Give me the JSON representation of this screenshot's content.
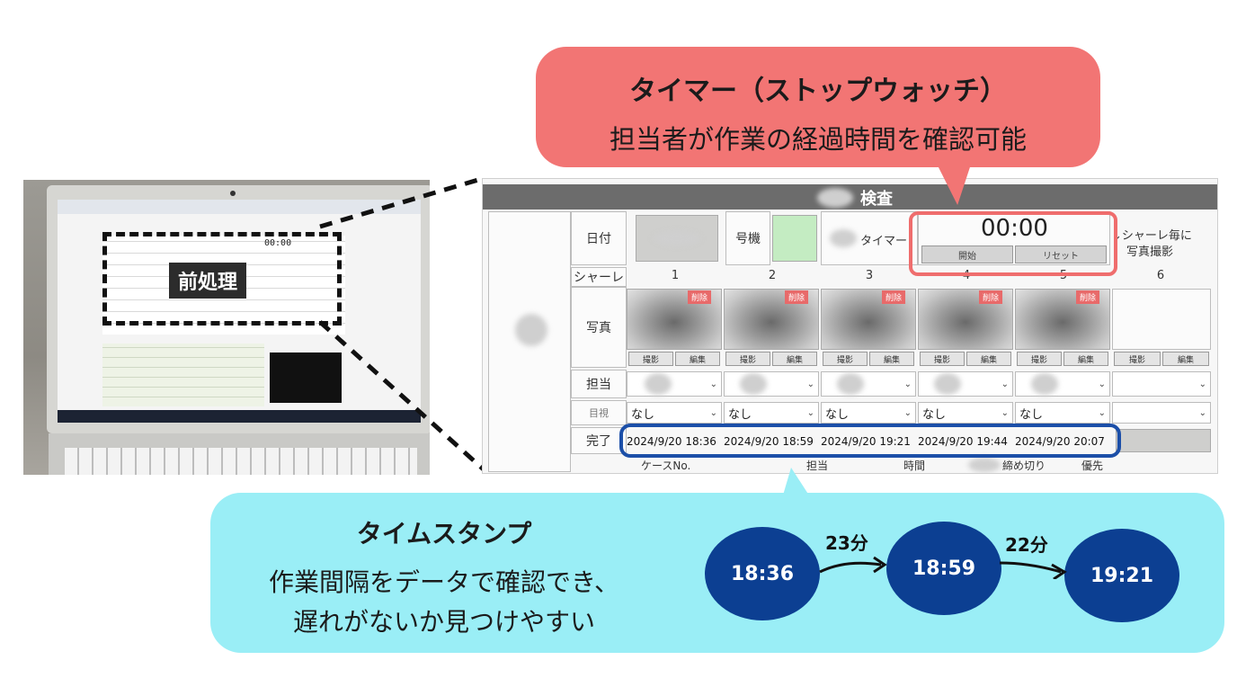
{
  "laptop": {
    "label": "前処理",
    "timer": "00:00"
  },
  "screen": {
    "header_title": "検査",
    "date_label": "日付",
    "machine_label": "号機",
    "timer_label": "タイマー",
    "timer_value": "00:00",
    "start_button": "開始",
    "reset_button": "リセット",
    "note_line1": "↓シャーレ毎に",
    "note_line2": "写真撮影",
    "dish_label": "シャーレ",
    "dish_numbers": [
      "1",
      "2",
      "3",
      "4",
      "5",
      "6"
    ],
    "photo_label": "写真",
    "delete_label": "削除",
    "capture_label": "撮影",
    "edit_label": "編集",
    "owner_label": "担当",
    "visual_label": "目視",
    "none_option": "なし",
    "done_label": "完了",
    "timestamps": [
      "2024/9/20 18:36",
      "2024/9/20 18:59",
      "2024/9/20 19:21",
      "2024/9/20 19:44",
      "2024/9/20 20:07"
    ],
    "footer_headers": [
      "ケースNo.",
      "担当",
      "時間",
      "締め切り",
      "優先"
    ]
  },
  "timer_callout": {
    "title": "タイマー（ストップウォッチ）",
    "subtitle": "担当者が作業の経過時間を確認可能"
  },
  "timestamp_callout": {
    "title": "タイムスタンプ",
    "line1": "作業間隔をデータで確認でき、",
    "line2": "遅れがないか見つけやすい",
    "times": [
      "18:36",
      "18:59",
      "19:21"
    ],
    "gaps": [
      "23分",
      "22分"
    ]
  },
  "colors": {
    "red_callout": "#f27574",
    "blue_callout": "#9aeef6",
    "time_circle": "#0c3f92",
    "blue_highlight": "#1c4fa8",
    "red_highlight": "#ef6d6d"
  }
}
